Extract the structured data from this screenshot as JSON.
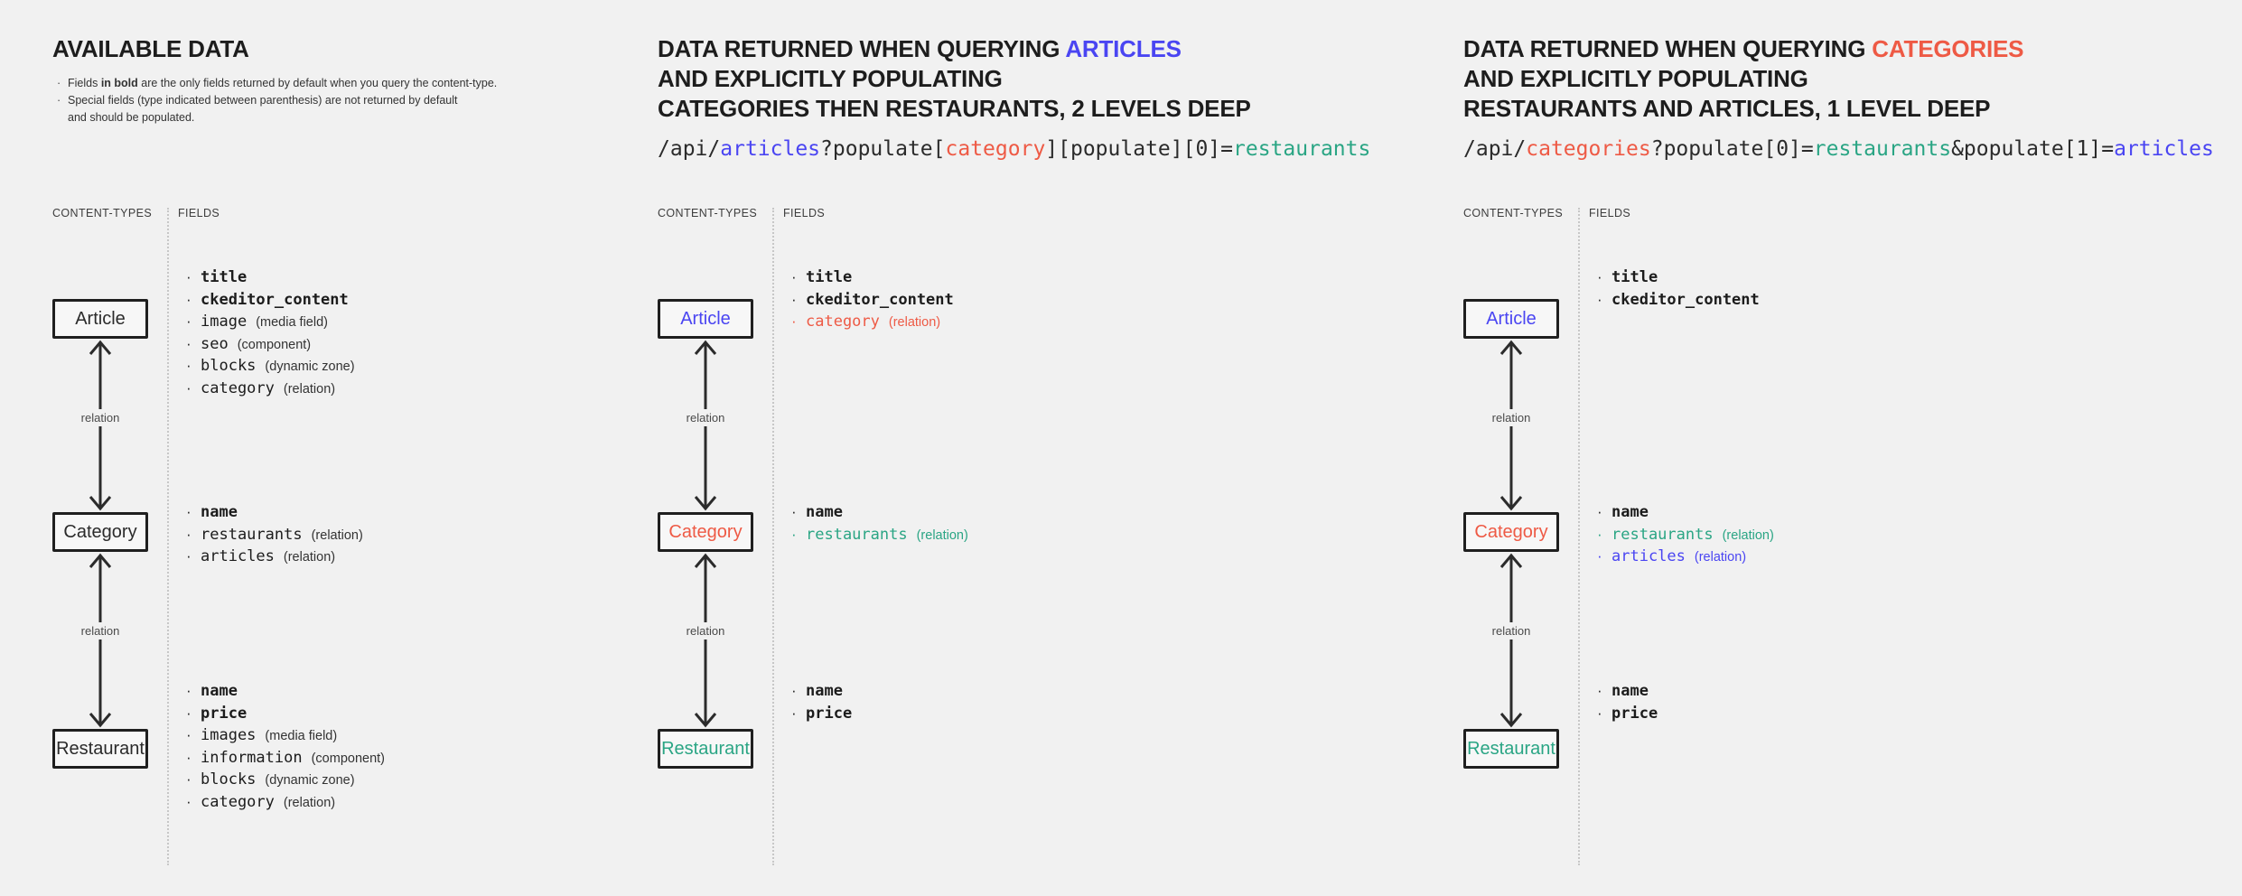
{
  "colors": {
    "dark": "#2b2b2b",
    "heading": "#1d1d1d",
    "blue": "#4a45f2",
    "red": "#ee5a45",
    "teal": "#2aa584",
    "muted": "#4a4a4a",
    "background": "#f1f1f1"
  },
  "icons": {
    "bullet": "·"
  },
  "labels": {
    "content_types": "CONTENT-TYPES",
    "fields": "FIELDS",
    "relation": "relation"
  },
  "columns": [
    {
      "title": [
        [
          {
            "text": "AVAILABLE DATA"
          }
        ]
      ],
      "notes": [
        {
          "bullet": true,
          "parts": [
            {
              "text": "Fields "
            },
            {
              "text": "in bold",
              "bold": true
            },
            {
              "text": " are the only fields returned by default when you query the content-type."
            }
          ]
        },
        {
          "bullet": true,
          "parts": [
            {
              "text": "Special fields (type indicated between parenthesis) are not returned by default"
            }
          ]
        },
        {
          "bullet": false,
          "parts": [
            {
              "text": "and should be populated."
            }
          ]
        }
      ],
      "boxes": [
        {
          "label": "Article",
          "color": "dark",
          "fields": [
            {
              "name": "title",
              "bold": true
            },
            {
              "name": "ckeditor_content",
              "bold": true
            },
            {
              "name": "image",
              "type": "(media field)"
            },
            {
              "name": "seo",
              "type": "(component)"
            },
            {
              "name": "blocks",
              "type": "(dynamic zone)"
            },
            {
              "name": "category",
              "type": "(relation)"
            }
          ]
        },
        {
          "label": "Category",
          "color": "dark",
          "fields": [
            {
              "name": "name",
              "bold": true
            },
            {
              "name": "restaurants",
              "type": "(relation)"
            },
            {
              "name": "articles",
              "type": "(relation)"
            }
          ]
        },
        {
          "label": "Restaurant",
          "color": "dark",
          "fields": [
            {
              "name": "name",
              "bold": true
            },
            {
              "name": "price",
              "bold": true
            },
            {
              "name": "images",
              "type": "(media field)"
            },
            {
              "name": "information",
              "type": "(component)"
            },
            {
              "name": "blocks",
              "type": "(dynamic zone)"
            },
            {
              "name": "category",
              "type": "(relation)"
            }
          ]
        }
      ]
    },
    {
      "title": [
        [
          {
            "text": "DATA RETURNED WHEN QUERYING "
          },
          {
            "text": "ARTICLES",
            "color": "blue"
          }
        ],
        [
          {
            "text": "AND EXPLICITLY POPULATING"
          }
        ],
        [
          {
            "text": "CATEGORIES THEN RESTAURANTS, 2 LEVELS DEEP"
          }
        ]
      ],
      "code": [
        {
          "text": "/api/"
        },
        {
          "text": "articles",
          "color": "blue"
        },
        {
          "text": "?populate["
        },
        {
          "text": "category",
          "color": "red"
        },
        {
          "text": "][populate][0]="
        },
        {
          "text": "restaurants",
          "color": "teal"
        }
      ],
      "boxes": [
        {
          "label": "Article",
          "color": "blue",
          "fields": [
            {
              "name": "title",
              "bold": true
            },
            {
              "name": "ckeditor_content",
              "bold": true
            },
            {
              "name": "category",
              "type": "(relation)",
              "color": "red"
            }
          ]
        },
        {
          "label": "Category",
          "color": "red",
          "fields": [
            {
              "name": "name",
              "bold": true
            },
            {
              "name": "restaurants",
              "type": "(relation)",
              "color": "teal"
            }
          ]
        },
        {
          "label": "Restaurant",
          "color": "teal",
          "fields": [
            {
              "name": "name",
              "bold": true
            },
            {
              "name": "price",
              "bold": true
            }
          ]
        }
      ]
    },
    {
      "title": [
        [
          {
            "text": "DATA RETURNED WHEN QUERYING "
          },
          {
            "text": "CATEGORIES",
            "color": "red"
          }
        ],
        [
          {
            "text": "AND EXPLICITLY POPULATING"
          }
        ],
        [
          {
            "text": "RESTAURANTS AND ARTICLES, 1 LEVEL DEEP"
          }
        ]
      ],
      "code": [
        {
          "text": "/api/"
        },
        {
          "text": "categories",
          "color": "red"
        },
        {
          "text": "?populate[0]="
        },
        {
          "text": "restaurants",
          "color": "teal"
        },
        {
          "text": "&populate[1]="
        },
        {
          "text": "articles",
          "color": "blue"
        }
      ],
      "boxes": [
        {
          "label": "Article",
          "color": "blue",
          "fields": [
            {
              "name": "title",
              "bold": true
            },
            {
              "name": "ckeditor_content",
              "bold": true
            }
          ]
        },
        {
          "label": "Category",
          "color": "red",
          "fields": [
            {
              "name": "name",
              "bold": true
            },
            {
              "name": "restaurants",
              "type": "(relation)",
              "color": "teal"
            },
            {
              "name": "articles",
              "type": "(relation)",
              "color": "blue"
            }
          ]
        },
        {
          "label": "Restaurant",
          "color": "teal",
          "fields": [
            {
              "name": "name",
              "bold": true
            },
            {
              "name": "price",
              "bold": true
            }
          ]
        }
      ]
    }
  ]
}
